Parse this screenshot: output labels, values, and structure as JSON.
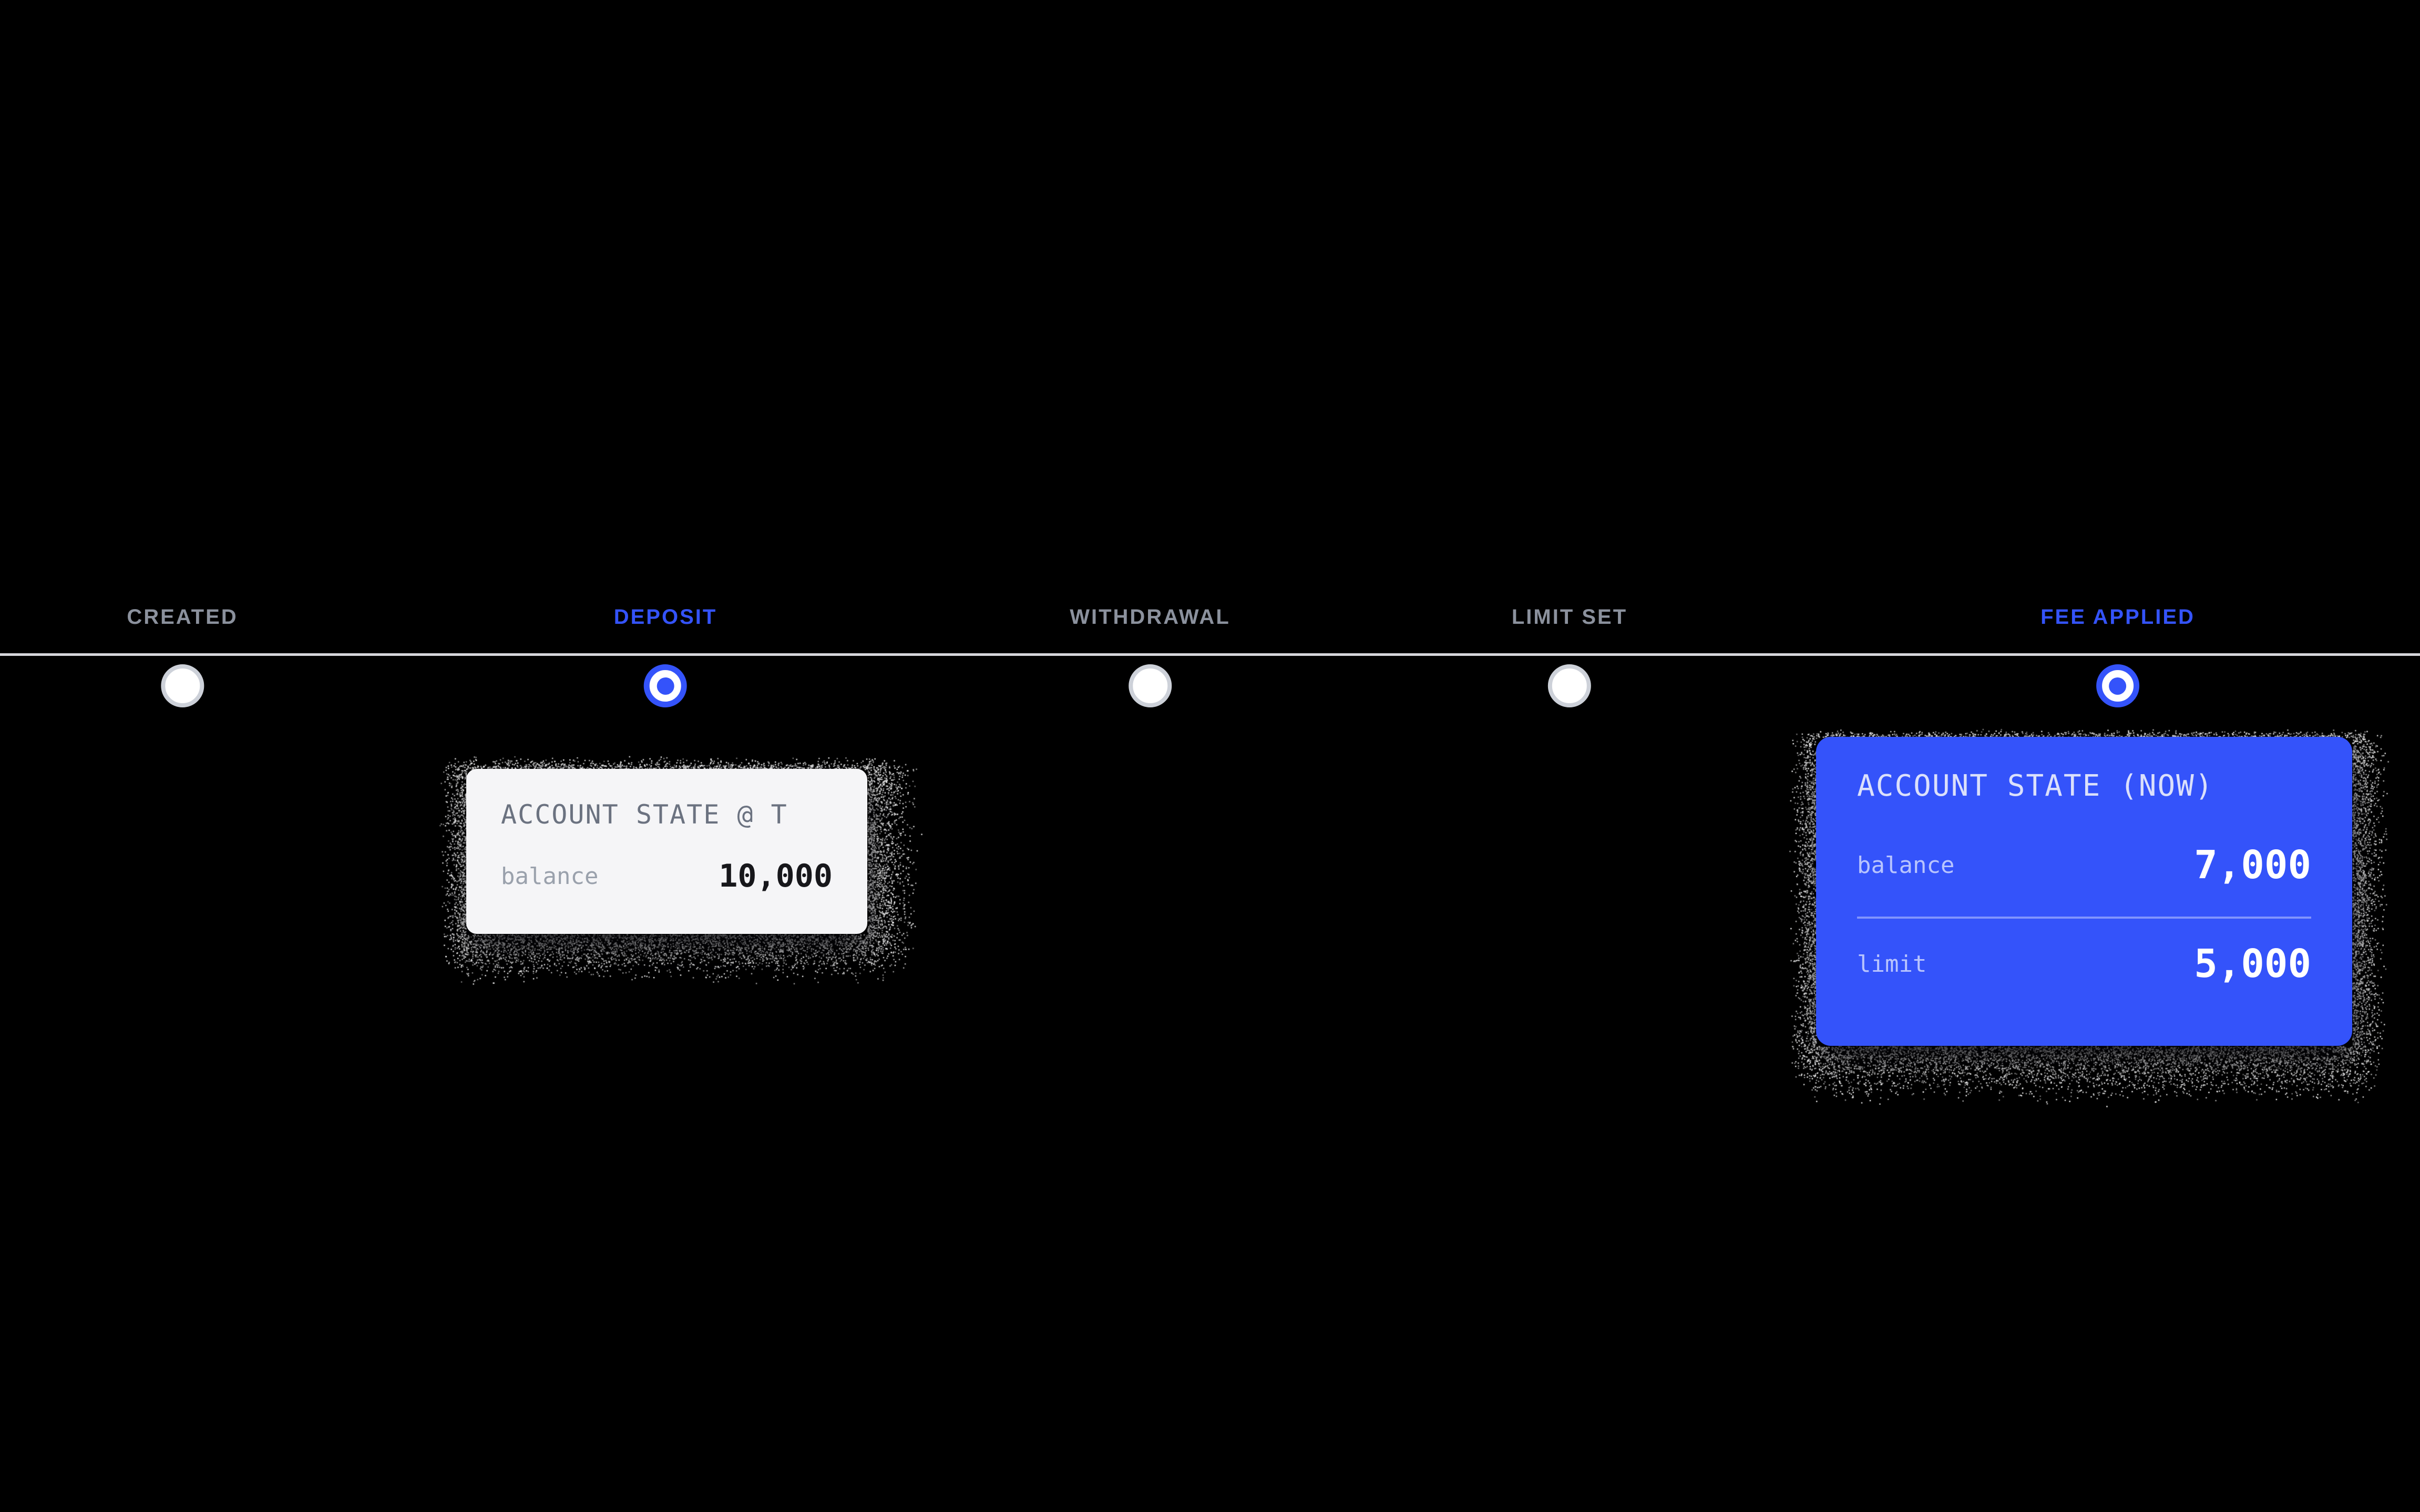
{
  "timeline": {
    "events": [
      {
        "label": "CREATED",
        "active": false
      },
      {
        "label": "DEPOSIT",
        "active": true
      },
      {
        "label": "WITHDRAWAL",
        "active": false
      },
      {
        "label": "LIMIT SET",
        "active": false
      },
      {
        "label": "FEE APPLIED",
        "active": true
      }
    ]
  },
  "cards": {
    "deposit": {
      "title": "ACCOUNT STATE @ T",
      "rows": [
        {
          "label": "balance",
          "value": "10,000"
        }
      ]
    },
    "now": {
      "title": "ACCOUNT STATE (NOW)",
      "rows": [
        {
          "label": "balance",
          "value": "7,000"
        },
        {
          "label": "limit",
          "value": "5,000"
        }
      ]
    }
  },
  "colors": {
    "accent": "#3453fa",
    "inactive_label": "#8b919d",
    "axis": "#d6d6db",
    "light_card_bg": "#f5f5f7",
    "light_card_title": "#6b7280",
    "light_card_label": "#9aa1ac",
    "light_card_value": "#17171b",
    "accent_card_text": "#ffffff"
  }
}
